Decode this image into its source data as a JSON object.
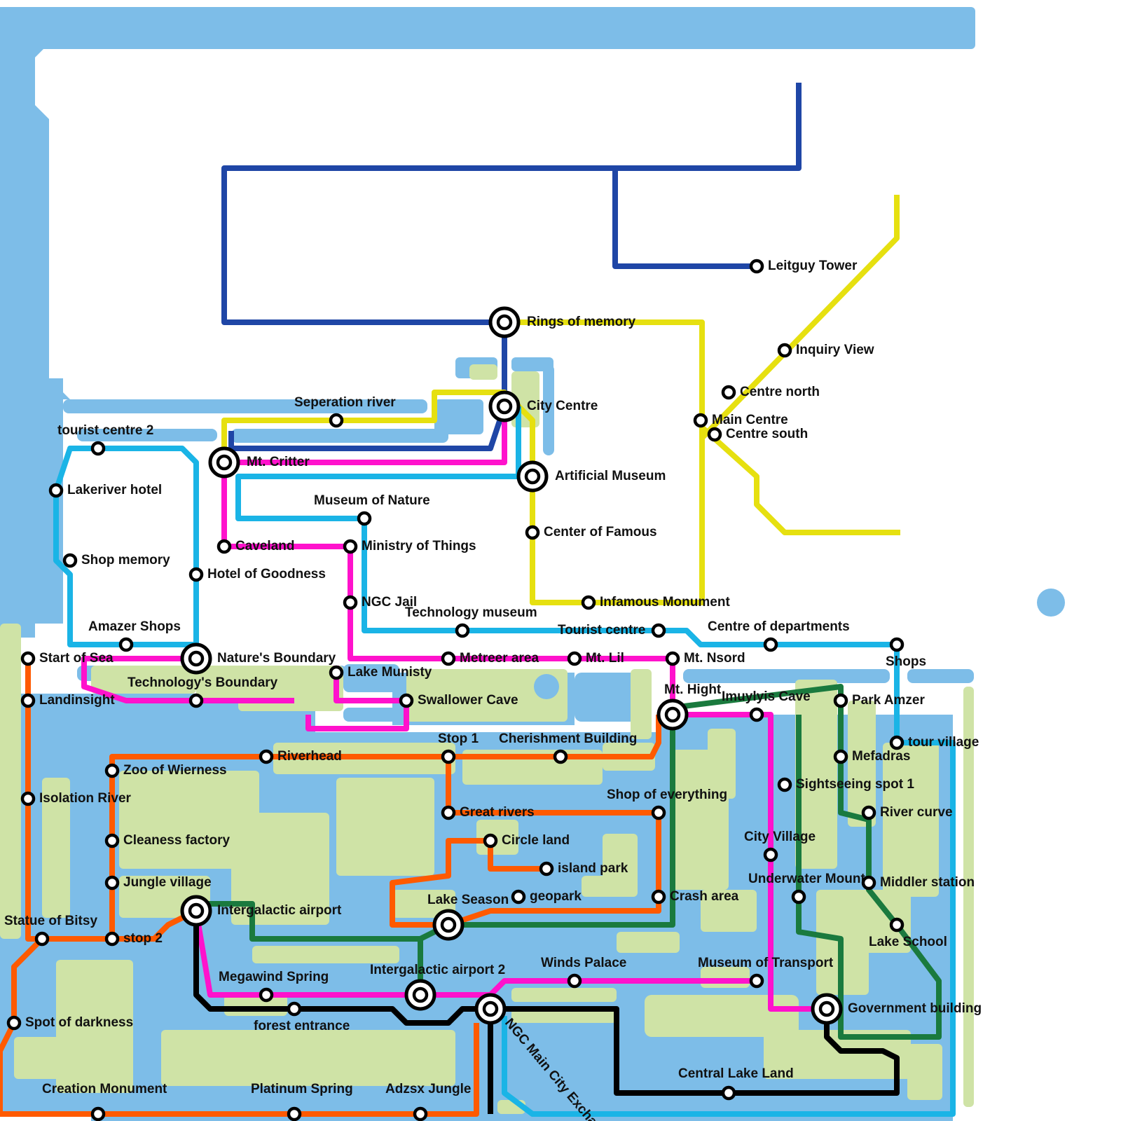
{
  "colors": {
    "water": "#7dbde8",
    "park": "#cfe3a6",
    "line_navy": "#1f46a6",
    "line_yellow": "#e6e010",
    "line_cyan": "#1ab4e6",
    "line_magenta": "#ff12cc",
    "line_orange": "#ff5a00",
    "line_green": "#1a7a3e",
    "line_black": "#000000"
  },
  "lines": [
    {
      "id": "navy",
      "color": "#1f46a6"
    },
    {
      "id": "yellow",
      "color": "#e6e010"
    },
    {
      "id": "cyan",
      "color": "#1ab4e6"
    },
    {
      "id": "magenta",
      "color": "#ff12cc"
    },
    {
      "id": "orange",
      "color": "#ff5a00"
    },
    {
      "id": "green",
      "color": "#1a7a3e"
    },
    {
      "id": "black",
      "color": "#000000"
    }
  ],
  "stations": {
    "rings_of_memory": "Rings of memory",
    "leitguy_tower": "Leitguy Tower",
    "inquiry_view": "Inquiry View",
    "centre_north": "Centre north",
    "main_centre": "Main Centre",
    "centre_south": "Centre south",
    "city_centre": "City Centre",
    "seperation_river": "Seperation river",
    "tourist_centre_2": "tourist centre 2",
    "mt_critter": "Mt. Critter",
    "artificial_museum": "Artificial Museum",
    "lakeriver_hotel": "Lakeriver hotel",
    "museum_of_nature": "Museum of Nature",
    "center_of_famous": "Center of Famous",
    "caveland": "Caveland",
    "ministry_of_things": "Ministry of Things",
    "shop_memory": "Shop memory",
    "hotel_of_goodness": "Hotel of Goodness",
    "ngc_jail": "NGC Jail",
    "infamous_monument": "Infamous Monument",
    "technology_museum": "Technology museum",
    "tourist_centre": "Tourist centre",
    "centre_of_departments": "Centre of departments",
    "amazer_shops": "Amazer Shops",
    "start_of_sea": "Start of Sea",
    "natures_boundary": "Nature's Boundary",
    "metreer_area": "Metreer area",
    "mt_lil": "Mt. Lil",
    "mt_nsord": "Mt. Nsord",
    "shops": "Shops",
    "lake_munisty": "Lake Munisty",
    "technologys_boundary": "Technology's Boundary",
    "landinsight": "Landinsight",
    "swallower_cave": "Swallower Cave",
    "mt_hight": "Mt. Hight",
    "imuylyis_cave": "Imuylyis Cave",
    "park_amzer": "Park Amzer",
    "stop_1": "Stop 1",
    "cherishment_building": "Cherishment Building",
    "tour_village": "tour village",
    "riverhead": "Riverhead",
    "mefadras": "Mefadras",
    "zoo_of_wierness": "Zoo of Wierness",
    "sightseeing_spot_1": "Sightseeing spot 1",
    "isolation_river": "Isolation River",
    "shop_of_everything": "Shop of everything",
    "great_rivers": "Great rivers",
    "river_curve": "River curve",
    "city_village": "City Village",
    "cleaness_factory": "Cleaness factory",
    "circle_land": "Circle land",
    "island_park": "island park",
    "underwater_mount": "Underwater Mount",
    "jungle_village": "Jungle village",
    "middler_station": "Middler station",
    "geopark": "geopark",
    "crash_area": "Crash area",
    "lake_season": "Lake Season",
    "intergalactic_airport": "Intergalactic airport",
    "statue_of_bitsy": "Statue of Bitsy",
    "stop_2": "stop 2",
    "lake_school": "Lake School",
    "intergalactic_airport_2": "Intergalactic airport 2",
    "winds_palace": "Winds Palace",
    "museum_of_transport": "Museum of Transport",
    "megawind_spring": "Megawind Spring",
    "government_building": "Government building",
    "spot_of_darkness": "Spot of darkness",
    "forest_entrance": "forest entrance",
    "ngc_main_city_exchange": "NGC Main City Exchange",
    "central_lake_land": "Central Lake Land",
    "creation_monument": "Creation Monument",
    "platinum_spring": "Platinum Spring",
    "adzsx_jungle": "Adzsx Jungle"
  }
}
